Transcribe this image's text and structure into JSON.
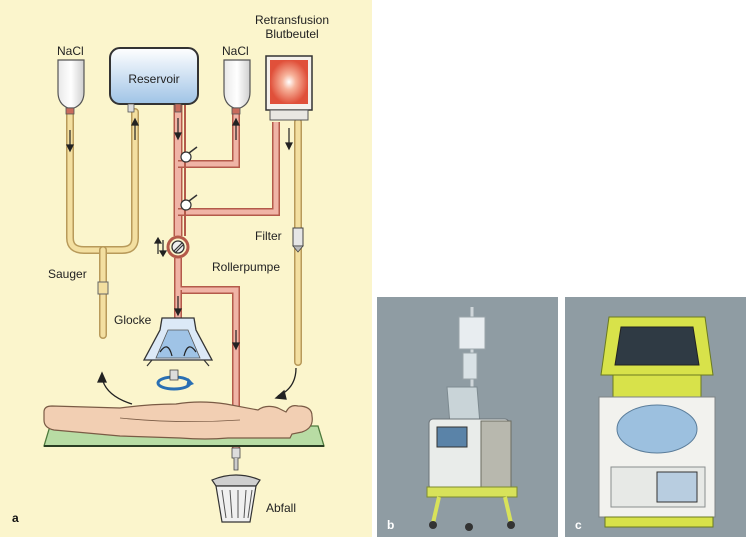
{
  "panel_a": {
    "letter": "a",
    "labels": {
      "nacl_left": "NaCl",
      "reservoir": "Reservoir",
      "nacl_right": "NaCl",
      "retransfusion_line1": "Retransfusion",
      "retransfusion_line2": "Blutbeutel",
      "filter": "Filter",
      "sauger": "Sauger",
      "rollerpumpe": "Rollerpumpe",
      "glocke": "Glocke",
      "abfall": "Abfall"
    }
  },
  "panel_b": {
    "letter": "b"
  },
  "panel_c": {
    "letter": "c"
  },
  "colors": {
    "background_a": "#fbf5cc",
    "tube_pink": "#e8a89c",
    "tube_yellow": "#f3dfa0",
    "reservoir_fill": "#b9d4ec",
    "photo_bg": "#8e9aa0"
  }
}
